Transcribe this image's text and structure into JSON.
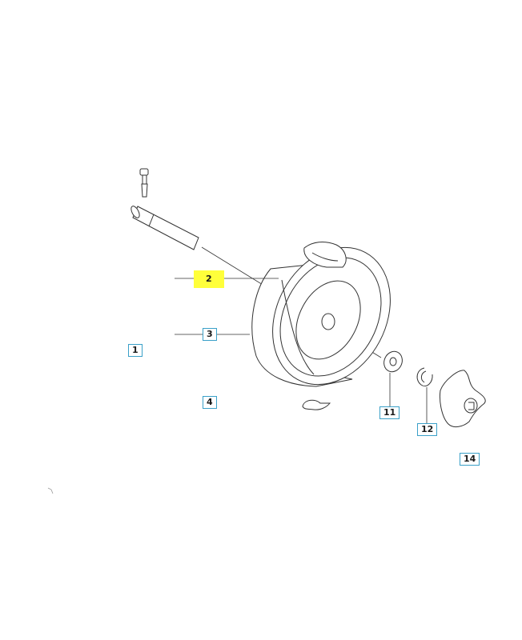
{
  "diagram": {
    "callouts": [
      {
        "id": "c1",
        "label": "1"
      },
      {
        "id": "c2",
        "label": "2",
        "highlighted": true
      },
      {
        "id": "c3",
        "label": "3"
      },
      {
        "id": "c4",
        "label": "4"
      },
      {
        "id": "c11",
        "label": "11"
      },
      {
        "id": "c12",
        "label": "12"
      },
      {
        "id": "c14",
        "label": "14"
      }
    ],
    "colors": {
      "line": "#333333",
      "callout_border": "#3aa0c8",
      "highlight": "#ffff3a"
    }
  }
}
